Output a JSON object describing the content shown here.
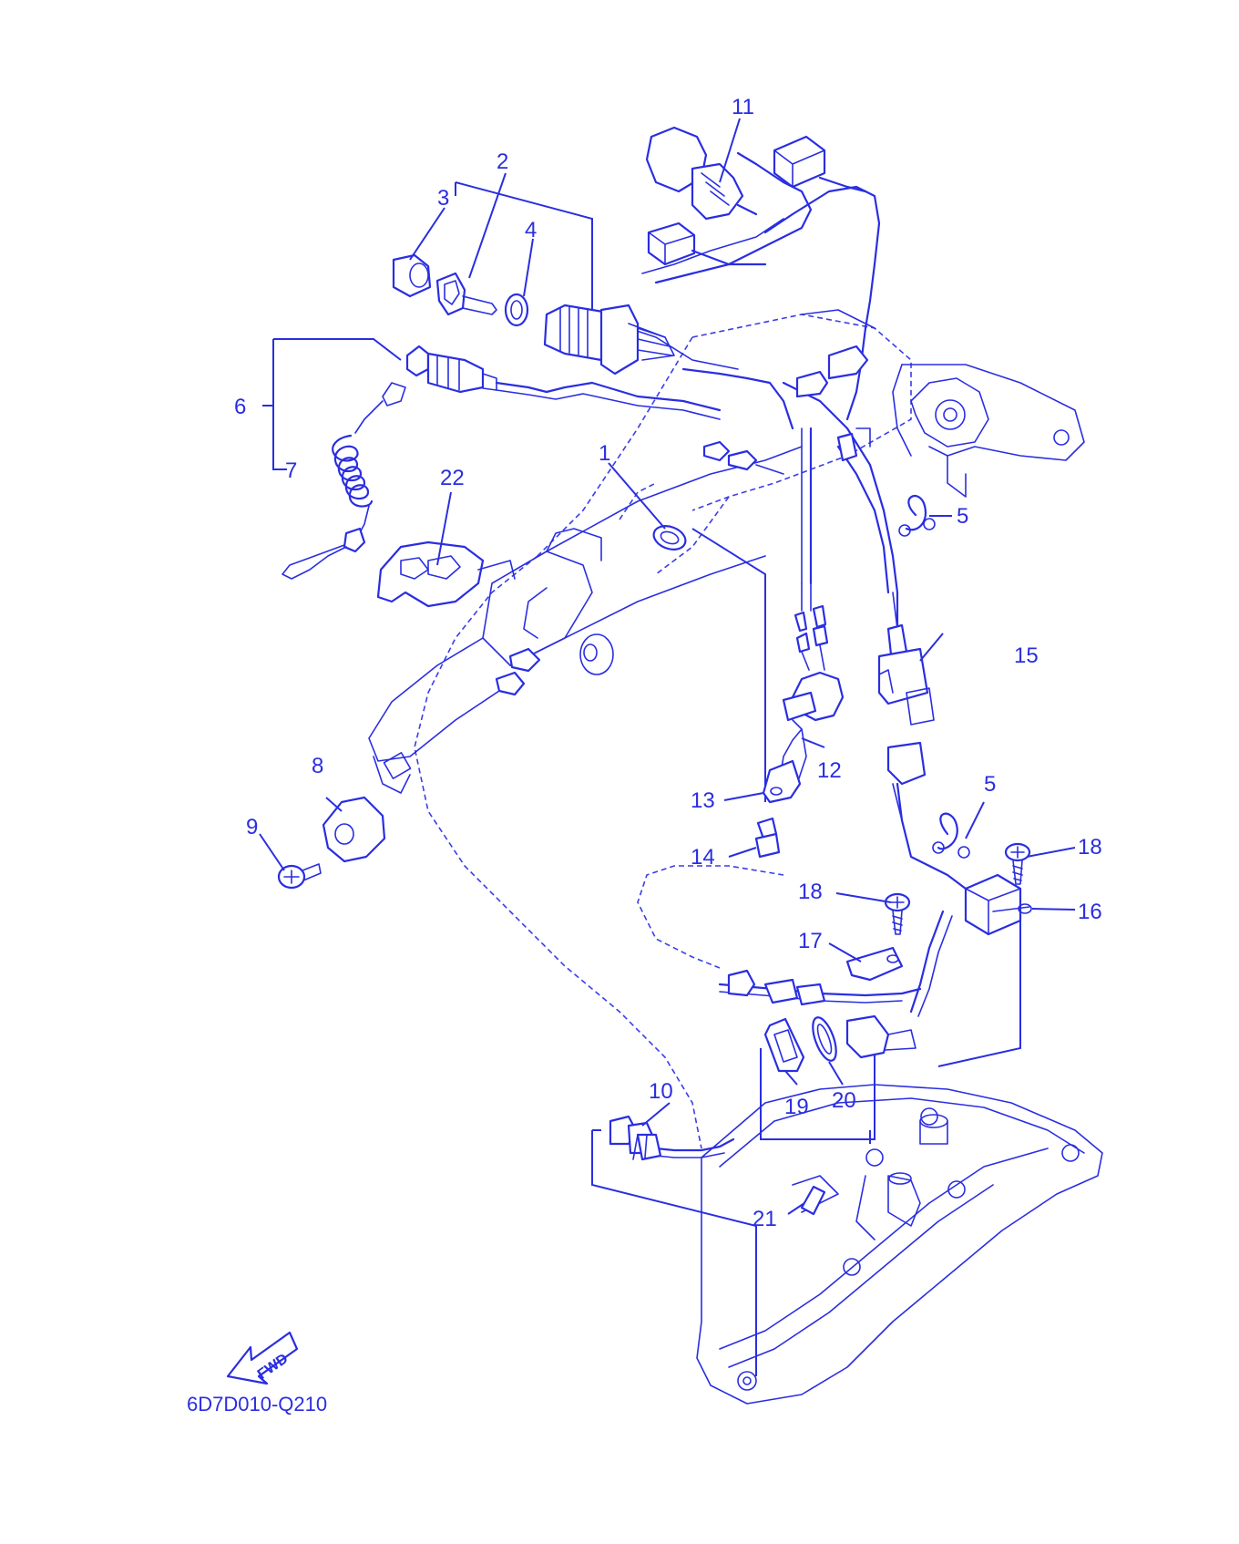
{
  "diagram": {
    "colors": {
      "line": "#2a2ee0",
      "background": "#ffffff"
    },
    "callouts": [
      {
        "id": "c11",
        "text": "11"
      },
      {
        "id": "c2",
        "text": "2"
      },
      {
        "id": "c3",
        "text": "3"
      },
      {
        "id": "c4",
        "text": "4"
      },
      {
        "id": "c6",
        "text": "6"
      },
      {
        "id": "c7",
        "text": "7"
      },
      {
        "id": "c22",
        "text": "22"
      },
      {
        "id": "c1",
        "text": "1"
      },
      {
        "id": "c5a",
        "text": "5"
      },
      {
        "id": "c15",
        "text": "15"
      },
      {
        "id": "c12",
        "text": "12"
      },
      {
        "id": "c13",
        "text": "13"
      },
      {
        "id": "c14",
        "text": "14"
      },
      {
        "id": "c8",
        "text": "8"
      },
      {
        "id": "c9",
        "text": "9"
      },
      {
        "id": "c5b",
        "text": "5"
      },
      {
        "id": "c18a",
        "text": "18"
      },
      {
        "id": "c18b",
        "text": "18"
      },
      {
        "id": "c16",
        "text": "16"
      },
      {
        "id": "c17",
        "text": "17"
      },
      {
        "id": "c10",
        "text": "10"
      },
      {
        "id": "c19",
        "text": "19"
      },
      {
        "id": "c20",
        "text": "20"
      },
      {
        "id": "c21",
        "text": "21"
      }
    ],
    "fwd_label": "FWD",
    "drawing_code": "6D7D010-Q210"
  }
}
